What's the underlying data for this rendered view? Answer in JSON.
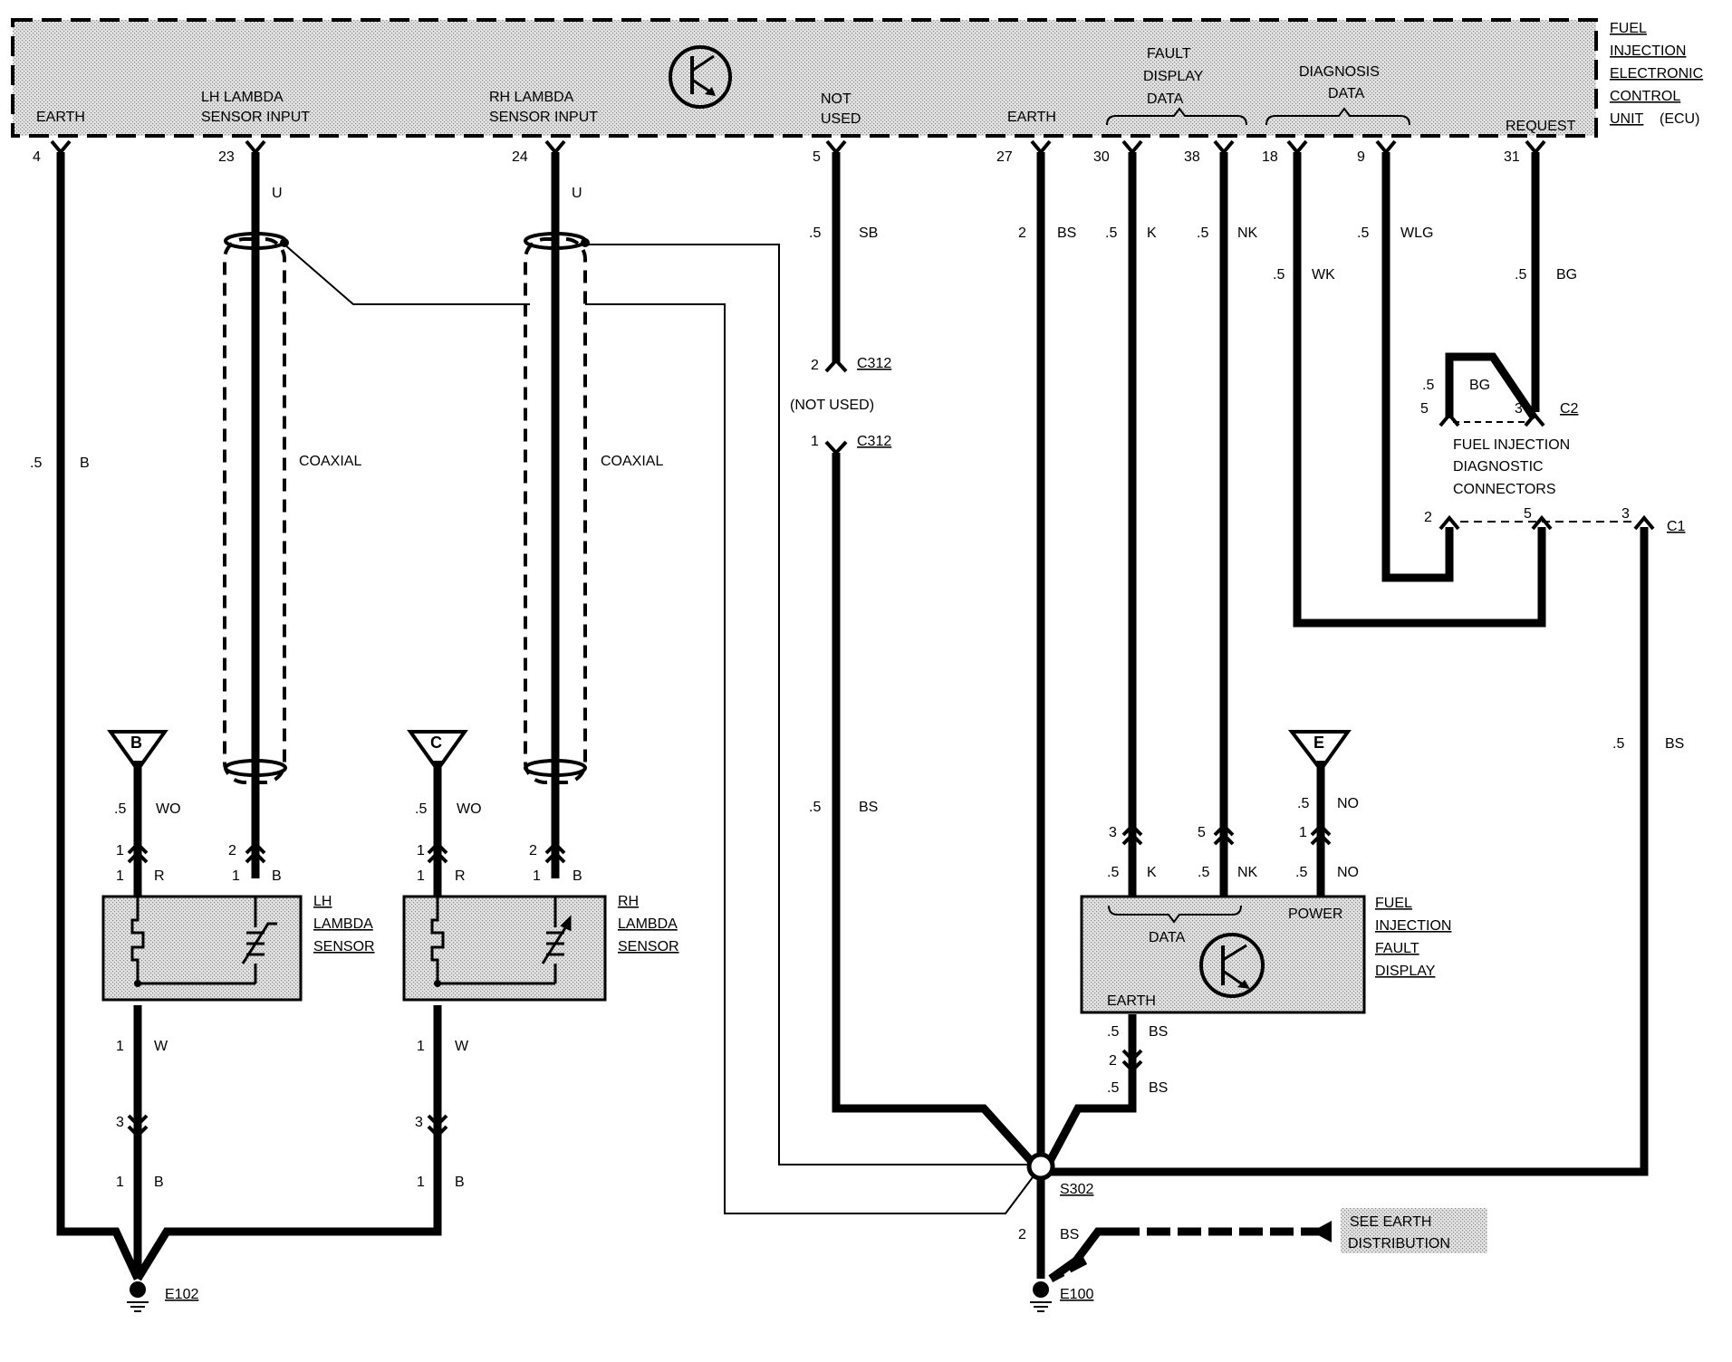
{
  "ecu": {
    "title_lines": [
      "FUEL",
      "INJECTION",
      "ELECTRONIC",
      "CONTROL"
    ],
    "title_last": "UNIT",
    "title_suffix": "(ECU)",
    "labels": {
      "earth_left": "EARTH",
      "lh_lambda_1": "LH LAMBDA",
      "lh_lambda_2": "SENSOR INPUT",
      "rh_lambda_1": "RH LAMBDA",
      "rh_lambda_2": "SENSOR INPUT",
      "not_used_1": "NOT",
      "not_used_2": "USED",
      "earth_right": "EARTH",
      "fault_1": "FAULT",
      "fault_2": "DISPLAY",
      "fault_3": "DATA",
      "diag_1": "DIAGNOSIS",
      "diag_2": "DATA",
      "request": "REQUEST"
    },
    "pins": [
      "4",
      "23",
      "24",
      "5",
      "27",
      "30",
      "38",
      "18",
      "9",
      "31"
    ]
  },
  "wires": {
    "w4": {
      "size": ".5",
      "color": "B"
    },
    "w23": {
      "color": "U"
    },
    "w24": {
      "color": "U"
    },
    "w5": {
      "size": ".5",
      "color": "SB"
    },
    "w27": {
      "size": "2",
      "color": "BS"
    },
    "w30": {
      "size": ".5",
      "color": "K"
    },
    "w38": {
      "size": ".5",
      "color": "NK"
    },
    "w18": {
      "size": ".5",
      "color": "WK"
    },
    "w9": {
      "size": ".5",
      "color": "WLG"
    },
    "w31": {
      "size": ".5",
      "color": "BG"
    },
    "w_c312_bs": {
      "size": ".5",
      "color": "BS"
    },
    "w_c1_bs": {
      "size": ".5",
      "color": "BS"
    },
    "w_c2_bg": {
      "size": ".5",
      "color": "BG"
    },
    "w_e100": {
      "size": "2",
      "color": "BS"
    }
  },
  "coaxial": "COAXIAL",
  "connectors": {
    "c312": "C312",
    "c312_pin_top": "2",
    "c312_pin_bot": "1",
    "not_used": "(NOT USED)",
    "c2": "C2",
    "c2_pin_a": "5",
    "c2_pin_b": "3",
    "c1": "C1",
    "c1_pin_a": "2",
    "c1_pin_b": "5",
    "c1_pin_c": "3",
    "diag_lines": [
      "FUEL INJECTION",
      "DIAGNOSTIC",
      "CONNECTORS"
    ]
  },
  "lh_sensor": {
    "name_lines": [
      "LH",
      "LAMBDA",
      "SENSOR"
    ],
    "feed": "B",
    "in_size": ".5",
    "in_color": "WO",
    "pin1": "1",
    "pin1_color": "R",
    "pin1_side": "1",
    "pin2": "2",
    "pin2_side": "1",
    "pin2_color": "B",
    "out_size": "1",
    "out_color": "W",
    "conn_pin": "3",
    "gnd_size": "1",
    "gnd_color": "B"
  },
  "rh_sensor": {
    "name_lines": [
      "RH",
      "LAMBDA",
      "SENSOR"
    ],
    "feed": "C",
    "in_size": ".5",
    "in_color": "WO",
    "pin1": "1",
    "pin1_color": "R",
    "pin1_side": "1",
    "pin2": "2",
    "pin2_side": "1",
    "pin2_color": "B",
    "out_size": "1",
    "out_color": "W",
    "conn_pin": "3",
    "gnd_size": "1",
    "gnd_color": "B"
  },
  "fault_display": {
    "name_lines": [
      "FUEL",
      "INJECTION",
      "FAULT",
      "DISPLAY"
    ],
    "feed": "E",
    "data": "DATA",
    "power": "POWER",
    "earth": "EARTH",
    "pin_k": "3",
    "size_k": ".5",
    "color_k": "K",
    "pin_nk": "5",
    "size_nk": ".5",
    "color_nk": "NK",
    "pin_no": "1",
    "size_no_top": ".5",
    "color_no_top": "NO",
    "size_no": ".5",
    "color_no": "NO",
    "earth_size_top": ".5",
    "earth_color_top": "BS",
    "earth_pin": "2",
    "earth_size_bot": ".5",
    "earth_color_bot": "BS"
  },
  "grounds": {
    "s302": "S302",
    "e102": "E102",
    "e100": "E100",
    "see_earth_1": "SEE EARTH",
    "see_earth_2": "DISTRIBUTION"
  }
}
